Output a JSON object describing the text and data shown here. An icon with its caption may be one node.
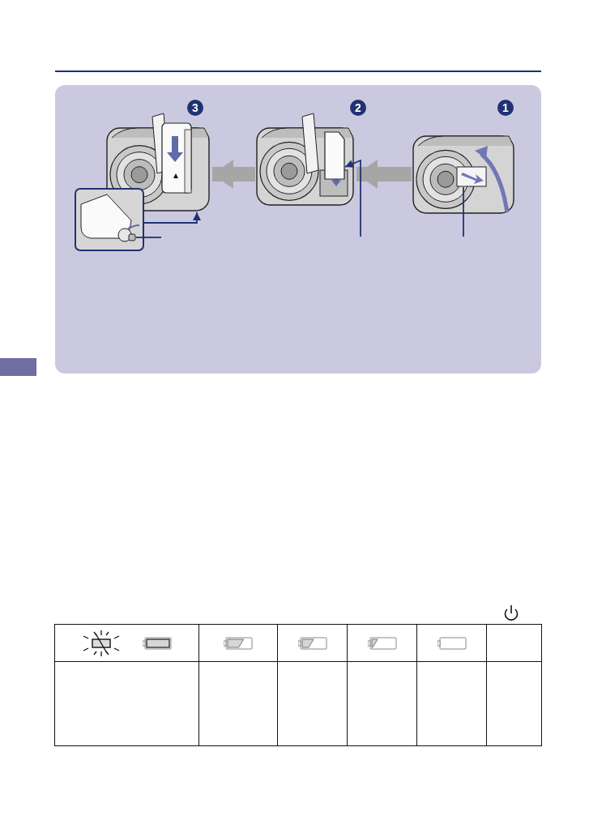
{
  "diagram": {
    "nodes": [
      {
        "text": [
          "3"
        ]
      },
      {
        "text": [
          "2"
        ]
      },
      {
        "text": [
          "1"
        ]
      },
      {
        "text": [],
        "shape": "picture"
      },
      {
        "text": [],
        "shape": "picture"
      },
      {
        "text": [],
        "shape": "box",
        "in": 4
      },
      {
        "text": [],
        "shape": "picture"
      },
      {
        "text": [],
        "shape": "box",
        "in": 6
      },
      {
        "text": [],
        "shape": "picture"
      },
      {
        "text": [],
        "shape": "box",
        "in": 8
      }
    ],
    "edges": [
      {
        "from": 8,
        "to": 6,
        "arrow": "to",
        "style": "thick",
        "color": "#a6a6a6"
      },
      {
        "from": 6,
        "to": 3,
        "arrow": "to",
        "style": "thick",
        "color": "#a6a6a6"
      },
      {
        "from": 4,
        "to": 3,
        "arrow": "to"
      },
      {
        "from": null,
        "to": 5,
        "arrow": "none"
      },
      {
        "from": null,
        "to": 7,
        "arrow": "to"
      },
      {
        "from": null,
        "to": 9,
        "arrow": "none"
      }
    ]
  }
}
